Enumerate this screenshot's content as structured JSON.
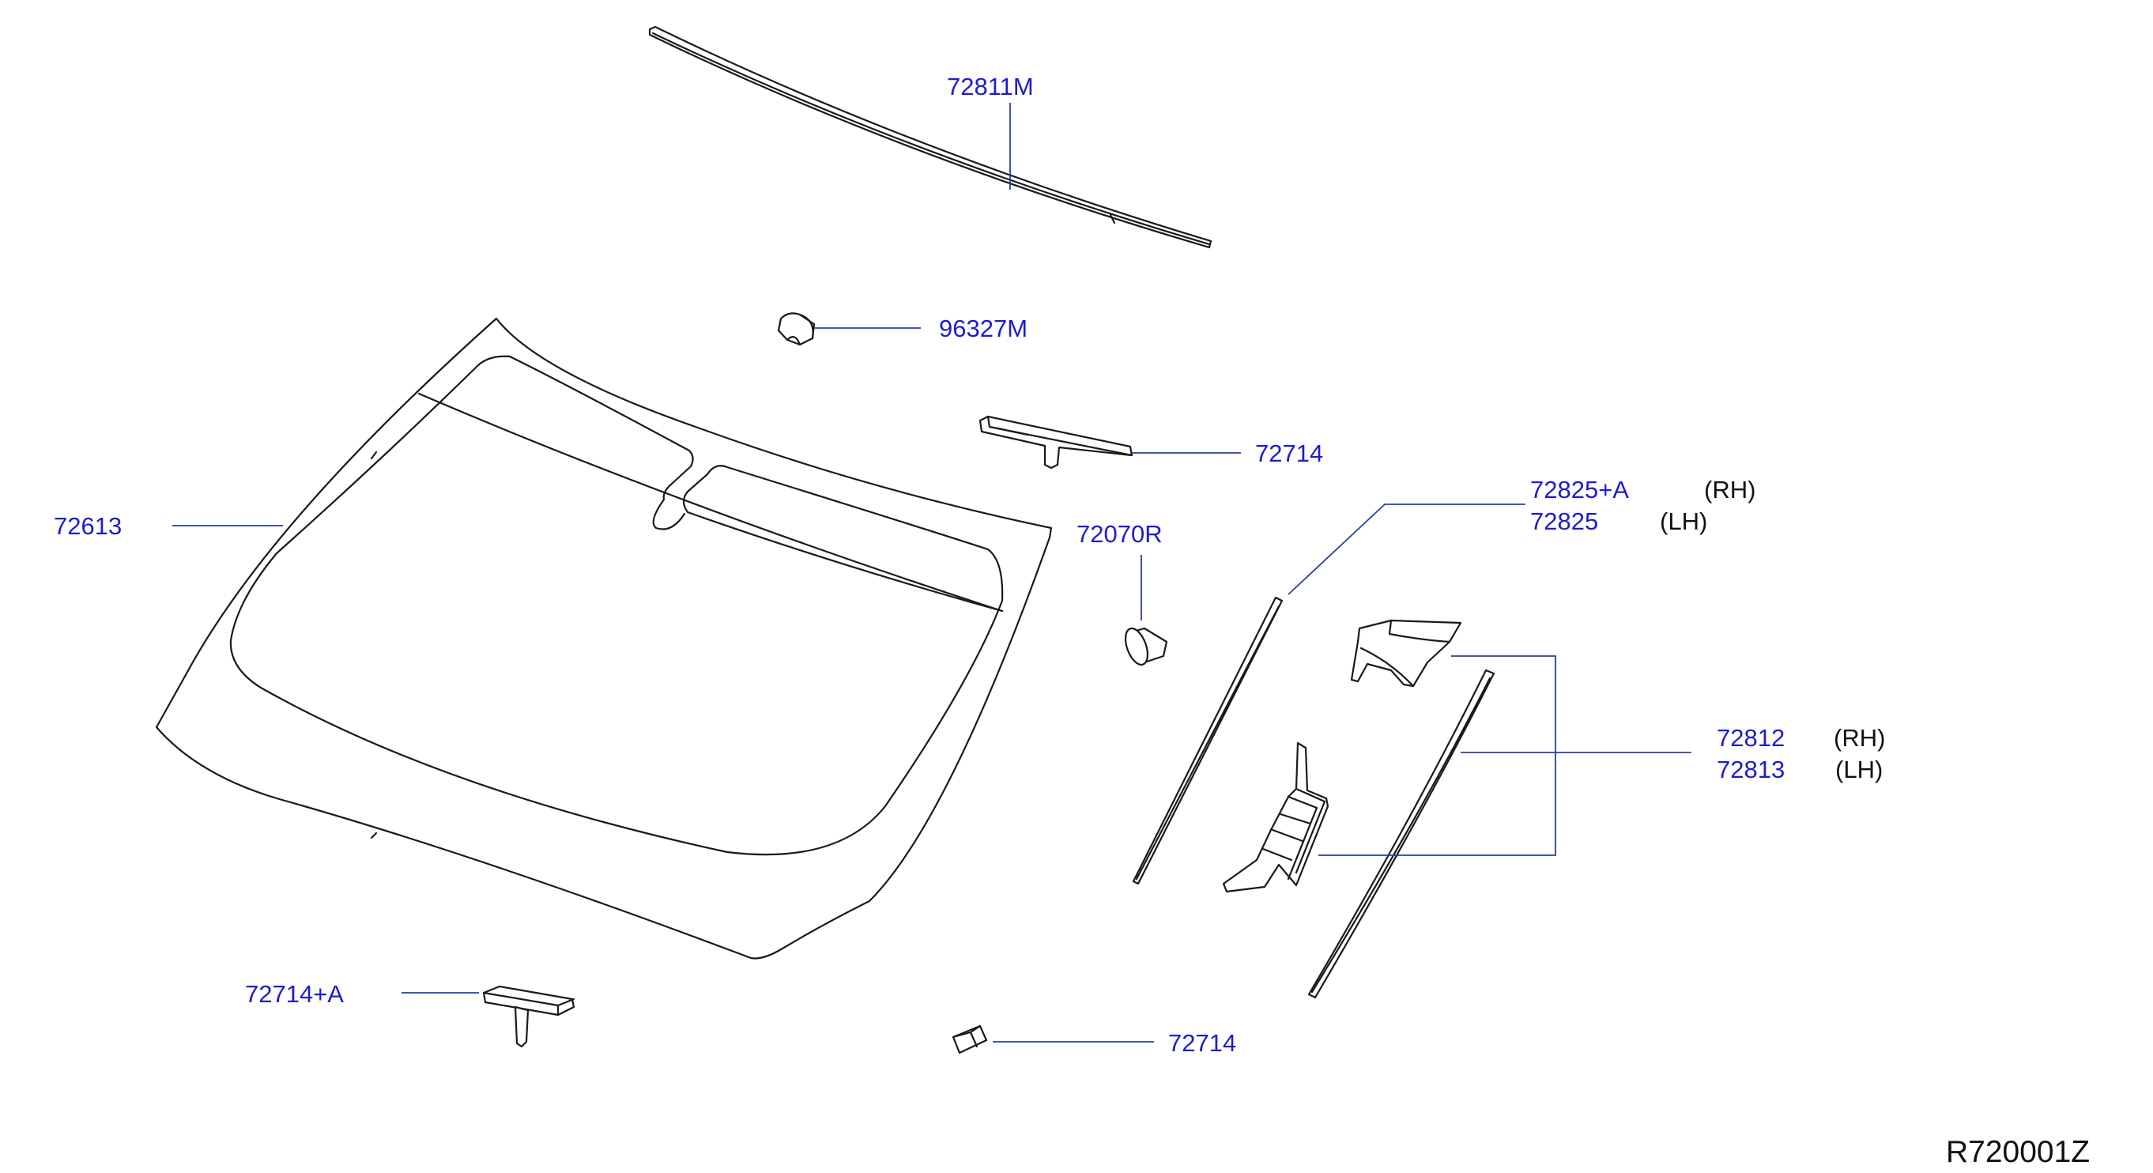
{
  "diagram_code": "R720001Z",
  "callouts": [
    {
      "id": "roof-molding",
      "part_number": "72811M"
    },
    {
      "id": "stopper-clip",
      "part_number": "96327M"
    },
    {
      "id": "upper-spacer",
      "part_number": "72714"
    },
    {
      "id": "windshield-glass",
      "part_number": "72613"
    },
    {
      "id": "fastener",
      "part_number": "72070R"
    },
    {
      "id": "side-molding-rh",
      "part_number": "72825+A",
      "side": "(RH)"
    },
    {
      "id": "side-molding-lh",
      "part_number": "72825",
      "side": "(LH)"
    },
    {
      "id": "pillar-molding-rh",
      "part_number": "72812",
      "side": "(RH)"
    },
    {
      "id": "pillar-molding-lh",
      "part_number": "72813",
      "side": "(LH)"
    },
    {
      "id": "lower-spacer-a",
      "part_number": "72714+A"
    },
    {
      "id": "lower-spacer",
      "part_number": "72714"
    }
  ]
}
